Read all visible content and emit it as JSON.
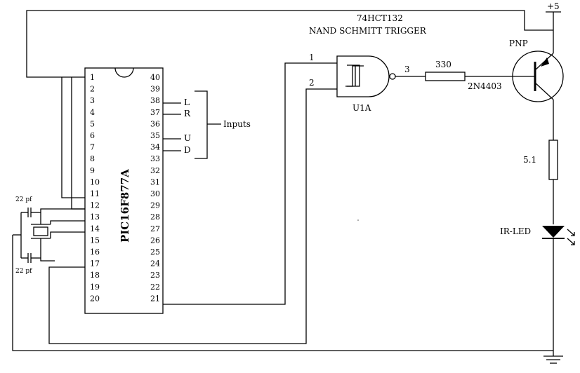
{
  "chip": {
    "name": "PIC16F877A",
    "left_pins": [
      "1",
      "2",
      "3",
      "4",
      "5",
      "6",
      "7",
      "8",
      "9",
      "10",
      "11",
      "12",
      "13",
      "14",
      "15",
      "16",
      "17",
      "18",
      "19",
      "20"
    ],
    "right_pins": [
      "40",
      "39",
      "38",
      "37",
      "36",
      "35",
      "34",
      "33",
      "32",
      "31",
      "30",
      "29",
      "28",
      "27",
      "26",
      "25",
      "24",
      "23",
      "22",
      "21"
    ]
  },
  "inputs": {
    "labels": [
      "L",
      "R",
      "U",
      "D"
    ],
    "title": "Inputs"
  },
  "gate": {
    "part": "74HCT132",
    "description": "NAND SCHMITT TRIGGER",
    "ref": "U1A",
    "pin_in1": "1",
    "pin_in2": "2",
    "pin_out": "3"
  },
  "resistor_base": "330",
  "transistor": {
    "type": "PNP",
    "part": "2N4403"
  },
  "supply": "+5",
  "resistor_led": "5.1",
  "led": "IR-LED",
  "crystal_caps": [
    "22 pf",
    "22 pf"
  ]
}
